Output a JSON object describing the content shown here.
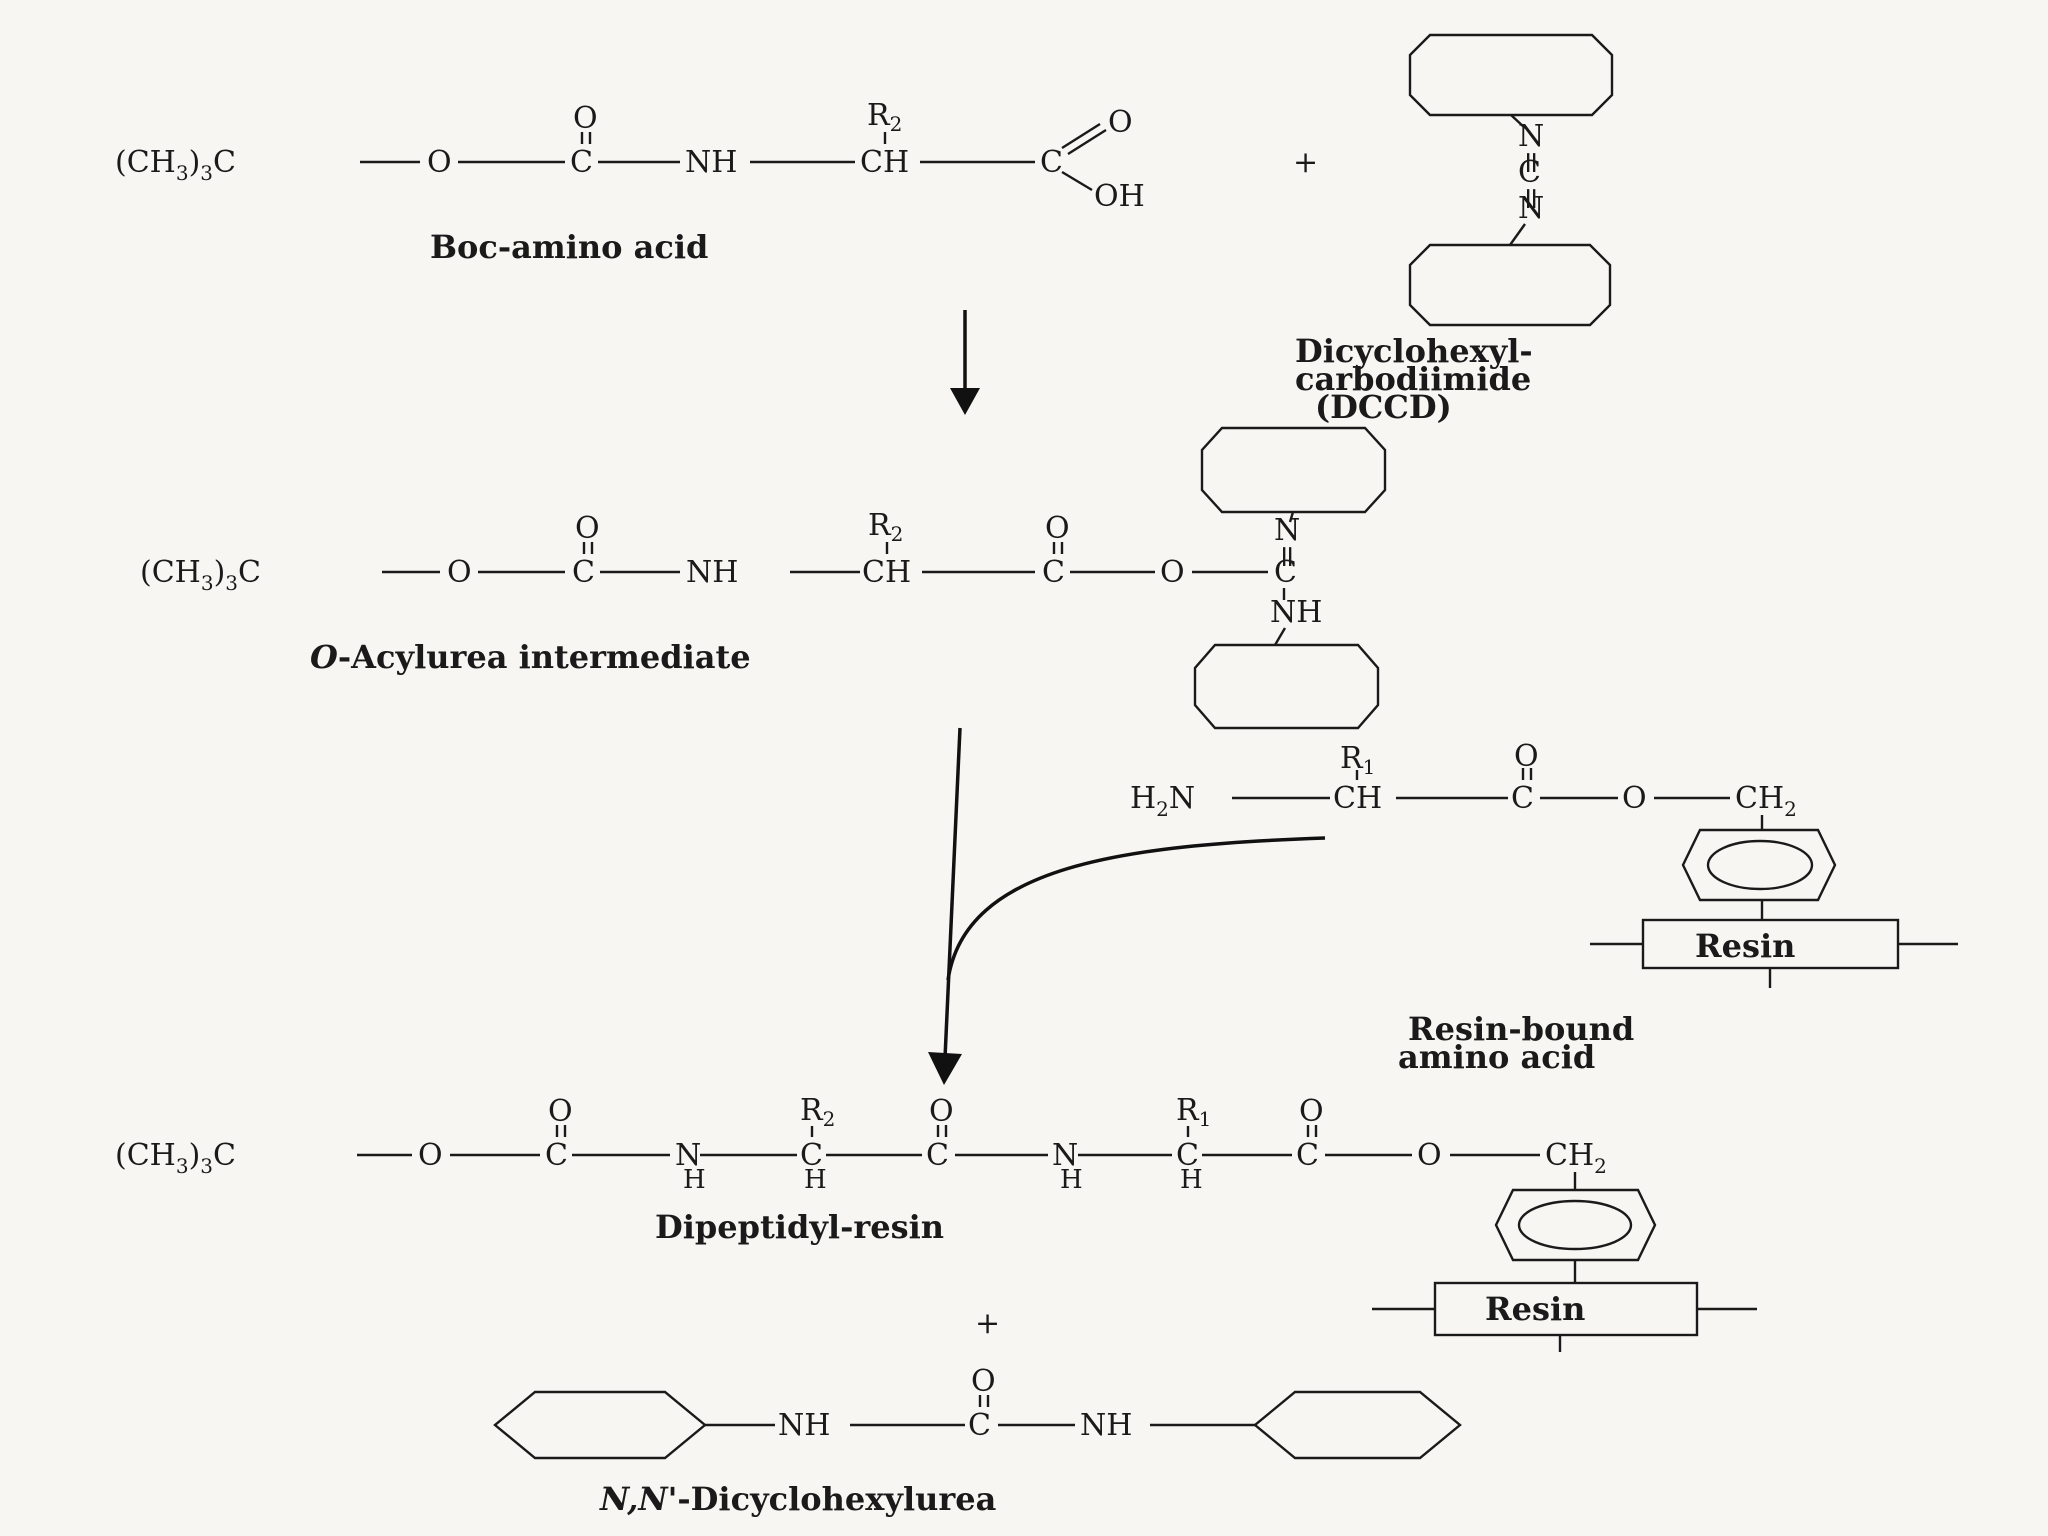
{
  "labels": {
    "boc_amino_acid": "Boc-amino acid",
    "dccd_line1": "Dicyclohexyl-",
    "dccd_line2": "carbodiimide",
    "dccd_line3": "(DCCD)",
    "o_acylurea_prefix": "O",
    "o_acylurea_rest": "-Acylurea intermediate",
    "resin_bound_line1": "Resin-bound",
    "resin_bound_line2": "amino acid",
    "dipeptidyl_resin": "Dipeptidyl-resin",
    "dcu_prefix": "N,N'",
    "dcu_rest": "-Dicyclohexylurea",
    "resin": "Resin",
    "plus": "+"
  },
  "atoms": {
    "tbu_head": "(CH",
    "tbu_sub": "3",
    "tbu_tail": ")",
    "tbu_sub2": "3",
    "tbu_c": "C",
    "o": "O",
    "c": "C",
    "nh": "NH",
    "n": "N",
    "h": "H",
    "ch": "CH",
    "oh": "OH",
    "r": "R",
    "r2_sub": "2",
    "r1_sub": "1",
    "h2n_h": "H",
    "h2n_sub": "2",
    "h2n_n": "N",
    "ch2_head": "CH",
    "ch2_sub": "2",
    "eq": "="
  }
}
